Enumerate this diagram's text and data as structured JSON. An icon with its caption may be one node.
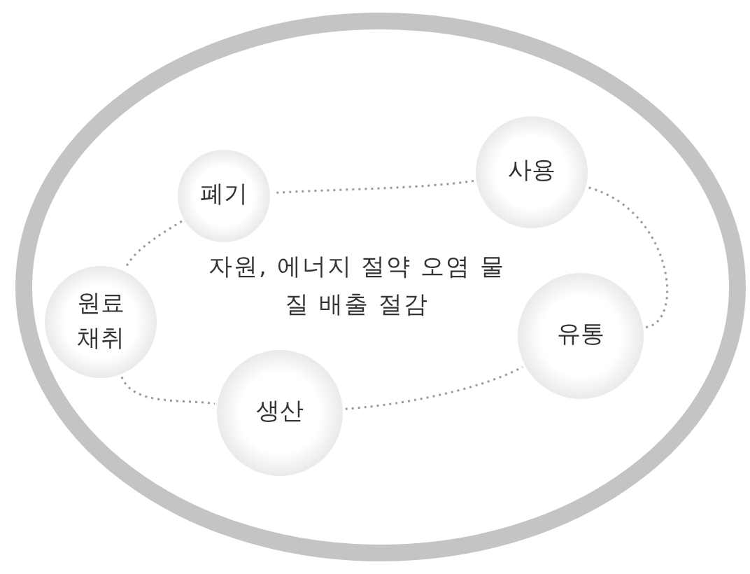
{
  "diagram": {
    "nodes": [
      {
        "text": [
          "폐기"
        ]
      },
      {
        "text": [
          "사용"
        ]
      },
      {
        "text": [
          "원료 채취"
        ]
      },
      {
        "text": [
          "유통"
        ]
      },
      {
        "text": [
          "생산"
        ]
      }
    ],
    "edges": [
      {
        "from": 2,
        "to": 4,
        "arrow": "none"
      },
      {
        "from": 4,
        "to": 3,
        "arrow": "none"
      },
      {
        "from": 3,
        "to": 1,
        "arrow": "none"
      },
      {
        "from": 1,
        "to": 0,
        "arrow": "none"
      },
      {
        "from": 0,
        "to": 2,
        "arrow": "none"
      }
    ],
    "labels": [
      "자원, 에너지 절약 오염 물질 배출 절감"
    ]
  }
}
